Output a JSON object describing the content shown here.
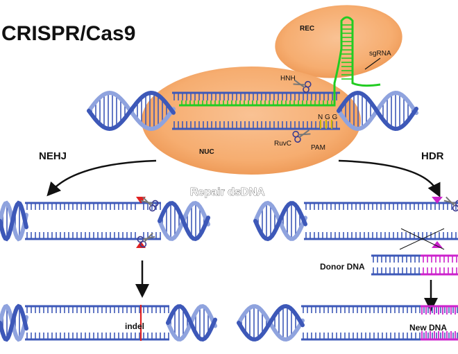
{
  "title": "CRISPR/Cas9",
  "labels": {
    "rec": "REC",
    "sgrna": "sgRNA",
    "hnh": "HNH",
    "ngg": "N G G",
    "ruvc": "RuvC",
    "pam": "PAM",
    "nuc": "NUC",
    "nehj": "NEHJ",
    "hdr": "HDR",
    "repair": "Repair dsDNA",
    "donor": "Donor DNA",
    "indel": "indel",
    "newdna": "New DNA"
  },
  "colors": {
    "dna": "#3d58b8",
    "dna_light": "#8fa3de",
    "protein": "#f6ad70",
    "protein_dark": "#e58a43",
    "sgrna": "#22cc22",
    "pam": "#c9b400",
    "cut": "#e02020",
    "hdr_cut": "#cc22cc",
    "new_dna": "#cc22cc"
  },
  "icons": [
    "scissors-icon",
    "cut-marker-icon"
  ]
}
